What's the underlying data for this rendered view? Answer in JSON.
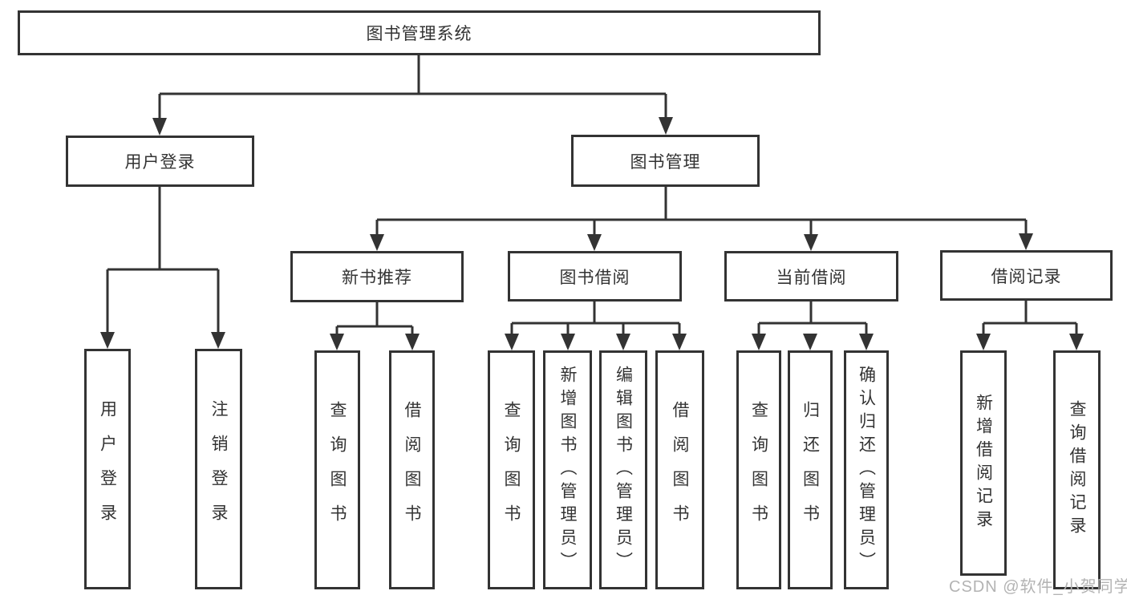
{
  "diagram": {
    "root": {
      "label": "图书管理系统"
    },
    "level2": [
      {
        "label": "用户登录"
      },
      {
        "label": "图书管理"
      }
    ],
    "level3": [
      {
        "label": "新书推荐"
      },
      {
        "label": "图书借阅"
      },
      {
        "label": "当前借阅"
      },
      {
        "label": "借阅记录"
      }
    ],
    "leaf_groups": [
      {
        "parent": "用户登录",
        "items": [
          "用户登录",
          "注销登录"
        ]
      },
      {
        "parent": "新书推荐",
        "items": [
          "查询图书",
          "借阅图书"
        ]
      },
      {
        "parent": "图书借阅",
        "items": [
          "查询图书",
          "新增图书（管理员）",
          "编辑图书（管理员）",
          "借阅图书"
        ]
      },
      {
        "parent": "当前借阅",
        "items": [
          "查询图书",
          "归还图书",
          "确认归还（管理员）"
        ]
      },
      {
        "parent": "借阅记录",
        "items": [
          "新增借阅记录",
          "查询借阅记录"
        ]
      }
    ],
    "watermark": "CSDN @软件_小贺同学",
    "colors": {
      "line": "#333333",
      "box_border": "#333333",
      "text": "#333333",
      "watermark": "#b3b3b3",
      "background": "#ffffff"
    }
  }
}
